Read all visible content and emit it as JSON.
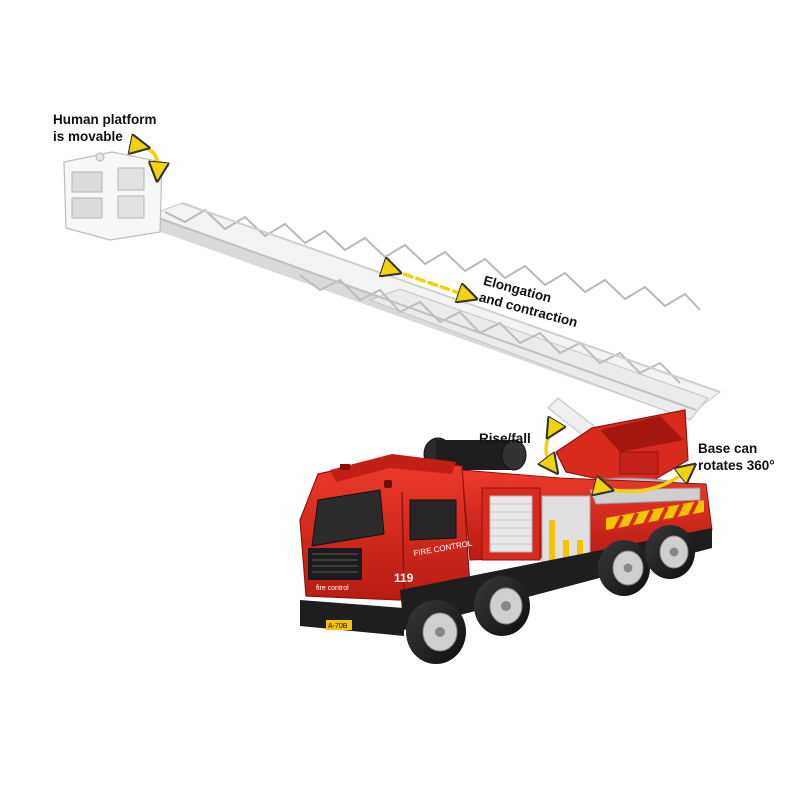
{
  "annotations": {
    "platform": {
      "line1": "Human platform",
      "line2": "is movable"
    },
    "ladder": {
      "line1": "Elongation",
      "line2": "and contraction"
    },
    "arm": {
      "line1": "Rise/fall"
    },
    "base": {
      "line1": "Base can",
      "line2": "rotates 360°"
    }
  },
  "truck": {
    "door_text": "FIRE CONTROL",
    "unit_number": "119",
    "side_text": "fire control",
    "plate": "A-70B"
  },
  "colors": {
    "body_red": "#d92a1e",
    "dark_red": "#a5160f",
    "ladder_white": "#f4f4f4",
    "arrow_yellow": "#f1d20b",
    "chassis_black": "#1e1e1e"
  }
}
